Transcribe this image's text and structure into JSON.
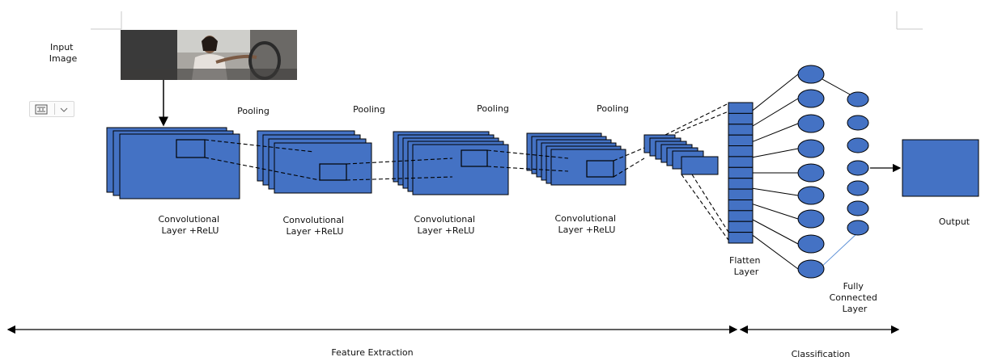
{
  "diagram": {
    "input_label": [
      "Input",
      "Image"
    ],
    "pooling_labels": [
      "Pooling",
      "Pooling",
      "Pooling",
      "Pooling"
    ],
    "conv_labels": [
      [
        "Convolutional",
        "Layer +ReLU"
      ],
      [
        "Convolutional",
        "Layer +ReLU"
      ],
      [
        "Convolutional",
        "Layer +ReLU"
      ],
      [
        "Convolutional",
        "Layer +ReLU"
      ]
    ],
    "flatten_label": [
      "Flatten",
      "Layer"
    ],
    "fc_label": [
      "Fully",
      "Connected",
      "Layer"
    ],
    "output_label": "Output",
    "feature_extraction_label": "Feature Extraction",
    "classification_label": "Classification"
  },
  "toolbar": {
    "layout_icon": "layout-options-icon",
    "dropdown_icon": "chevron-down-icon"
  },
  "photo": {
    "subject": "driver-at-steering-wheel"
  },
  "colors": {
    "layer_fill": "#4472c4",
    "layer_stroke": "#000000",
    "text": "#111111",
    "connector": "#000000",
    "highlight_line": "#5b8fd6"
  }
}
